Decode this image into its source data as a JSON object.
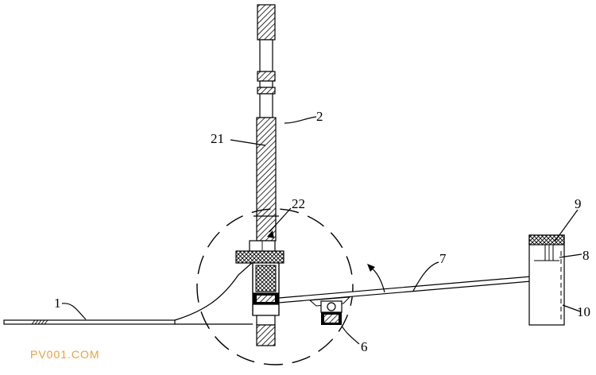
{
  "labels": {
    "l1": "1",
    "l2": "2",
    "l21": "21",
    "l22": "22",
    "l6": "6",
    "l7": "7",
    "l8": "8",
    "l9": "9",
    "l10": "10"
  },
  "watermark": "PV001.COM"
}
